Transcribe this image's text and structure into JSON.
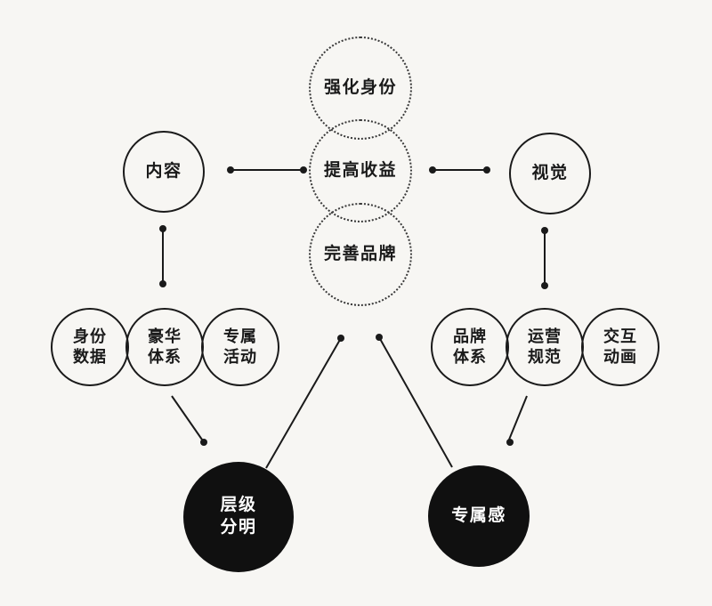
{
  "colors": {
    "background": "#f7f6f3",
    "ink": "#1a1a1a",
    "filled_circle": "#101010",
    "filled_circle_text": "#ffffff"
  },
  "center_goals": [
    {
      "label": "强化身份"
    },
    {
      "label": "提高收益"
    },
    {
      "label": "完善品牌"
    }
  ],
  "branches": {
    "left": {
      "label": "内容"
    },
    "right": {
      "label": "视觉"
    }
  },
  "left_group": [
    {
      "line1": "身份",
      "line2": "数据"
    },
    {
      "line1": "豪华",
      "line2": "体系"
    },
    {
      "line1": "专属",
      "line2": "活动"
    }
  ],
  "right_group": [
    {
      "line1": "品牌",
      "line2": "体系"
    },
    {
      "line1": "运营",
      "line2": "规范"
    },
    {
      "line1": "交互",
      "line2": "动画"
    }
  ],
  "results": {
    "left": {
      "line1": "层级",
      "line2": "分明"
    },
    "right": {
      "label": "专属感"
    }
  }
}
